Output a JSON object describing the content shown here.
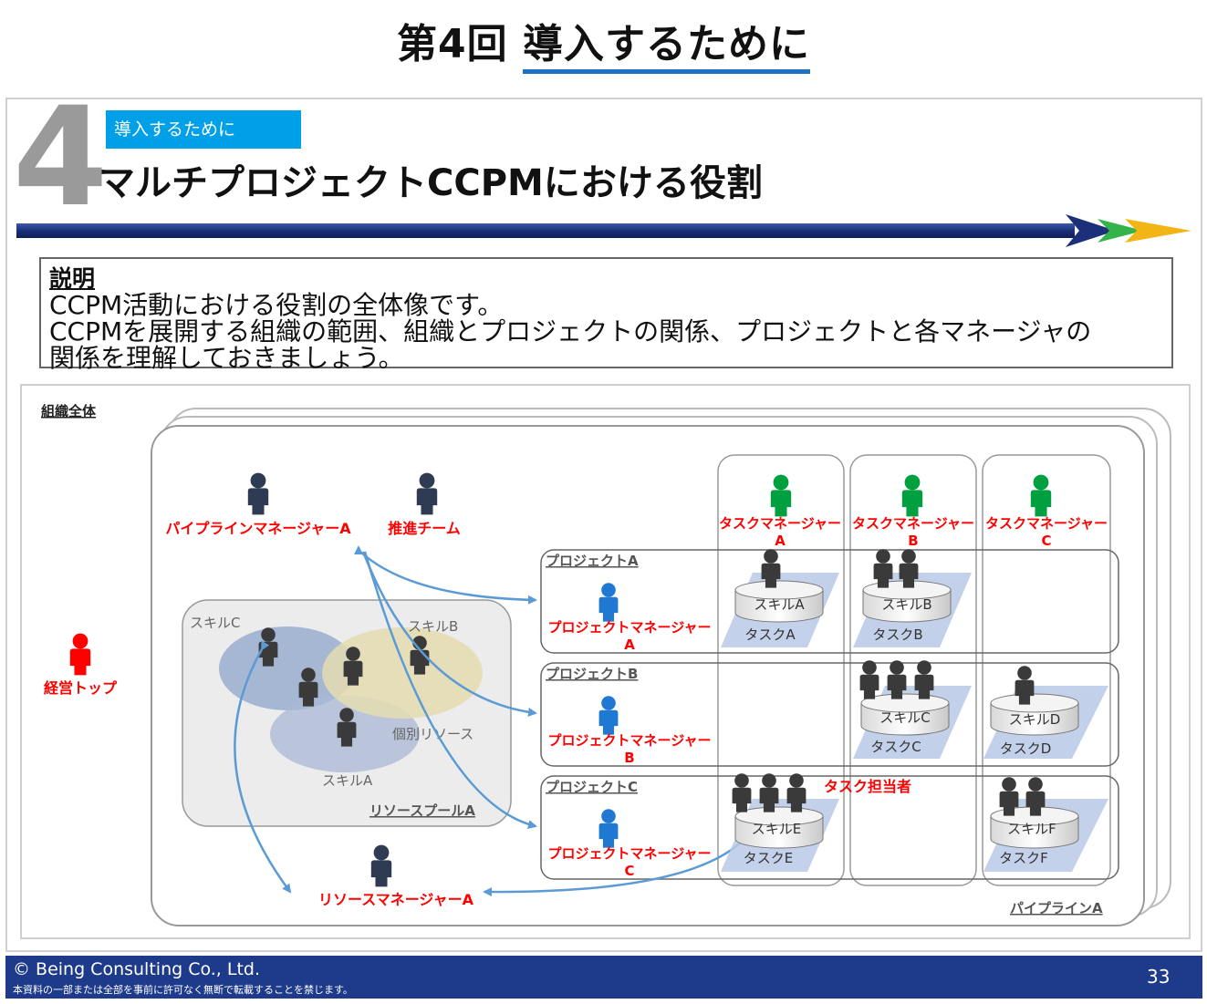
{
  "header": {
    "title_prefix": "第4回",
    "title_underlined": "導入するために"
  },
  "slide": {
    "big_number": "4",
    "chapter_tag": "導入するために",
    "title": "マルチプロジェクトCCPMにおける役割",
    "description": {
      "heading": "説明",
      "lines": [
        "CCPM活動における役割の全体像です。",
        "CCPMを展開する組織の範囲、組織とプロジェクトの関係、プロジェクトと各マネージャの",
        "関係を理解しておきましょう。"
      ]
    }
  },
  "diagram": {
    "org_label": "組織全体",
    "top_management": "経営トップ",
    "pipeline_manager": "パイプラインマネージャーA",
    "promotion_team": "推進チーム",
    "resource_pool": {
      "label": "リソースプールA",
      "individual": "個別リソース",
      "skill_a": "スキルA",
      "skill_b": "スキルB",
      "skill_c": "スキルC"
    },
    "resource_manager": "リソースマネージャーA",
    "pipeline_label": "パイプラインA",
    "task_assignee": "タスク担当者",
    "task_managers": [
      {
        "line1": "タスクマネージャー",
        "line2": "A"
      },
      {
        "line1": "タスクマネージャー",
        "line2": "B"
      },
      {
        "line1": "タスクマネージャー",
        "line2": "C"
      }
    ],
    "projects": [
      {
        "label": "プロジェクトA",
        "pm_line1": "プロジェクトマネージャー",
        "pm_line2": "A"
      },
      {
        "label": "プロジェクトB",
        "pm_line1": "プロジェクトマネージャー",
        "pm_line2": "B"
      },
      {
        "label": "プロジェクトC",
        "pm_line1": "プロジェクトマネージャー",
        "pm_line2": "C"
      }
    ],
    "skills": {
      "a": "スキルA",
      "b": "スキルB",
      "c": "スキルC",
      "d": "スキルD",
      "e": "スキルE",
      "f": "スキルF"
    },
    "tasks": {
      "a": "タスクA",
      "b": "タスクB",
      "c": "タスクC",
      "d": "タスクD",
      "e": "タスクE",
      "f": "タスクF"
    },
    "colors": {
      "red": "#ff0000",
      "green": "#00a040",
      "blue_person": "#1f78d1",
      "navy_person": "#2f3b52",
      "gray_person": "#3a3a3a",
      "arrow": "#5b9bd5"
    }
  },
  "footer": {
    "copyright": "© Being Consulting Co., Ltd.",
    "notice": "本資料の一部または全部を事前に許可なく無断で転載することを禁じます。",
    "page": "33"
  }
}
